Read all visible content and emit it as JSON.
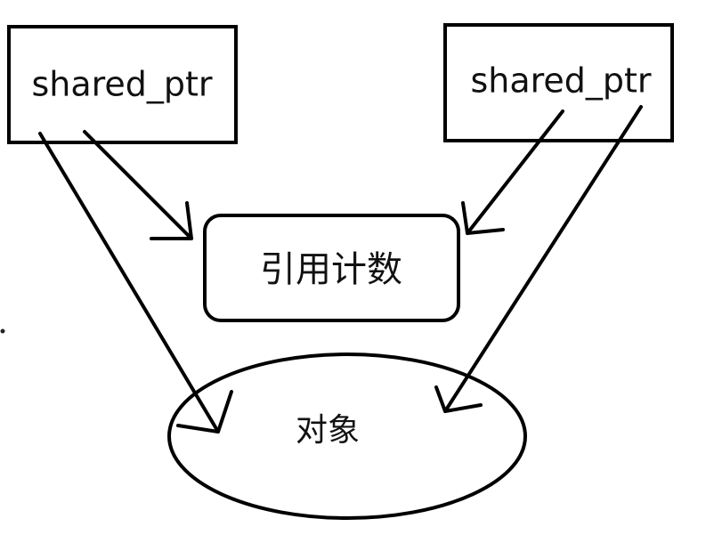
{
  "diagram": {
    "left_pointer_label": "shared_ptr",
    "right_pointer_label": "shared_ptr",
    "ref_count_label": "引用计数",
    "object_label": "对象"
  }
}
